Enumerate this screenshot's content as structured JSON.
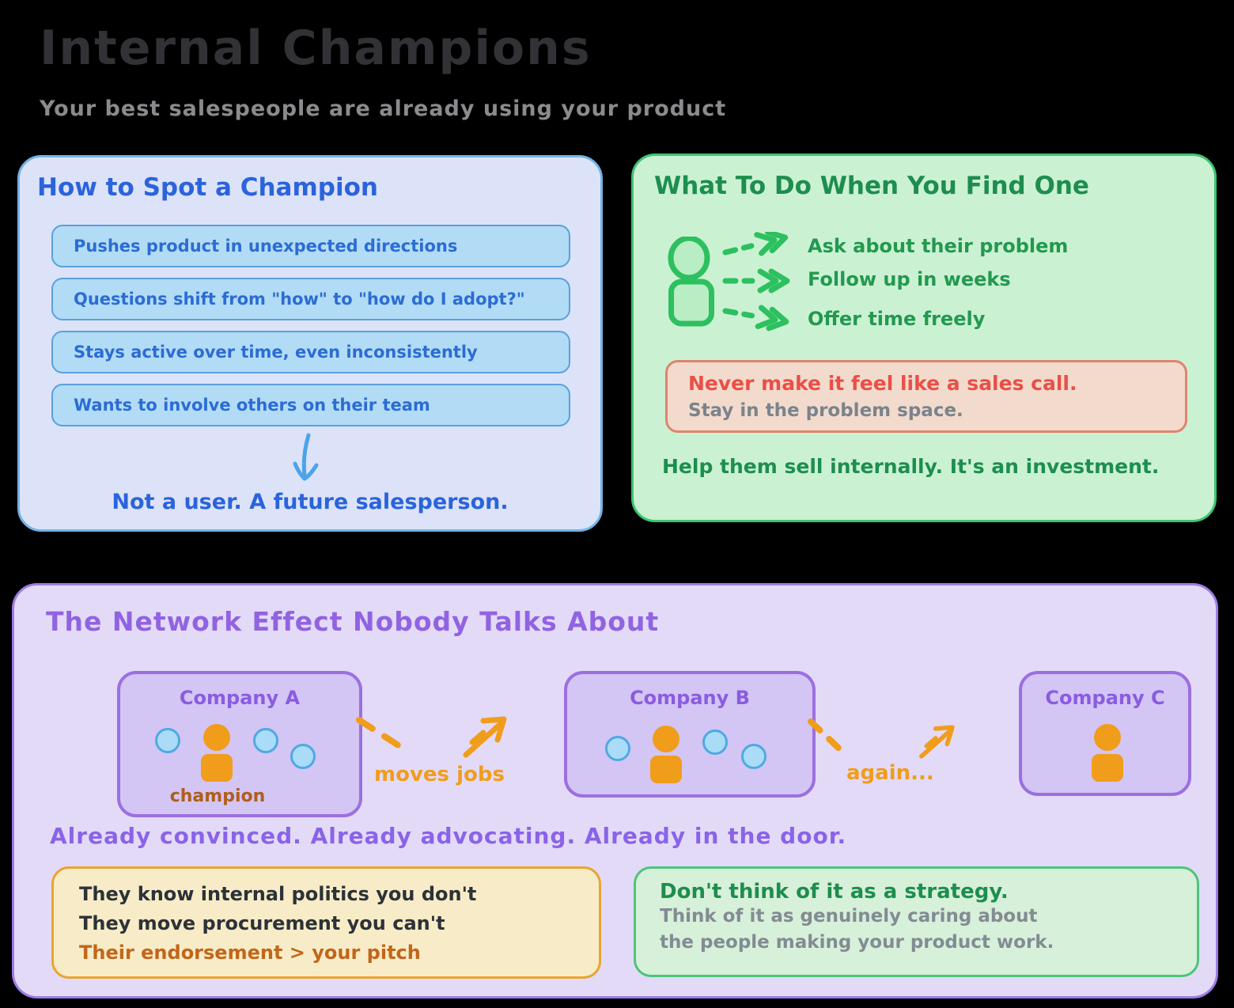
{
  "page": {
    "title": "Internal Champions",
    "subtitle": "Your best salespeople are already using your product"
  },
  "spot_panel": {
    "title": "How to Spot a Champion",
    "items": [
      "Pushes product in unexpected directions",
      "Questions shift from \"how\" to \"how do I adopt?\"",
      "Stays active over time, even inconsistently",
      "Wants to involve others on their team"
    ],
    "conclusion": "Not a user. A future salesperson."
  },
  "action_panel": {
    "title": "What To Do When You Find One",
    "bullets": [
      "Ask about their problem",
      "Follow up in weeks",
      "Offer time freely"
    ],
    "warning": {
      "line1": "Never make it feel like a sales call.",
      "line2": "Stay in the problem space."
    },
    "footer": "Help them sell internally. It's an investment."
  },
  "network_panel": {
    "title": "The Network Effect Nobody Talks About",
    "companies": [
      {
        "name": "Company A",
        "label": "champion"
      },
      {
        "name": "Company B"
      },
      {
        "name": "Company C"
      }
    ],
    "transitions": [
      "moves jobs",
      "again..."
    ],
    "tagline": "Already convinced. Already advocating. Already in the door.",
    "why_box": {
      "lines": [
        "They know internal politics you don't",
        "They move procurement you can't",
        "Their endorsement > your pitch"
      ]
    },
    "mindset_box": {
      "title": "Don't think of it as a strategy.",
      "lines": [
        "Think of it as genuinely caring about",
        "the people making your product work."
      ]
    }
  },
  "icons": {
    "down_arrow": "down-arrow",
    "champion_person_outline": "person-outline",
    "outreach_arrows": "triple-dashed-arrows",
    "champion_avatar": "person-filled",
    "teammate_dot": "circle-dot",
    "transition_trail": "dashed-trail",
    "transition_plane": "arrow-plane"
  },
  "colors": {
    "background": "#000000",
    "blue_accent": "#2b63dc",
    "blue_item_bg": "#b2dbf5",
    "green_accent": "#1d8e4d",
    "green_panel_bg": "#cbf1d3",
    "purple_accent": "#9163e2",
    "purple_panel_bg": "#e3daf8",
    "orange_accent": "#f09d1c",
    "red_accent": "#ea4f47",
    "warning_bg": "#f2dbcc",
    "champion_orange": "#b05e1a"
  }
}
